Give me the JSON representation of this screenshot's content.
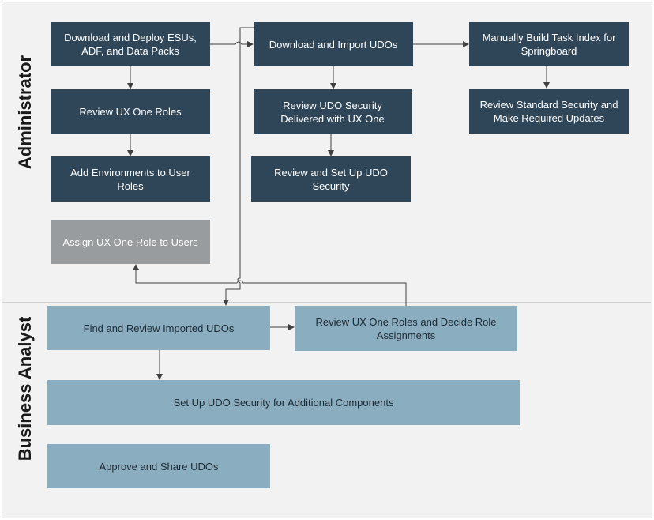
{
  "lanes": {
    "admin": "Administrator",
    "analyst": "Business Analyst"
  },
  "boxes": {
    "download_deploy": "Download and Deploy ESUs, ADF, and Data Packs",
    "review_roles": "Review UX One Roles",
    "add_env": "Add Environments to User Roles",
    "assign_role": "Assign UX One Role to Users",
    "download_import": "Download and Import UDOs",
    "review_udo_security": "Review UDO Security Delivered with UX One",
    "setup_udo_security": "Review and Set Up UDO Security",
    "build_index": "Manually Build Task Index for Springboard",
    "review_standard": "Review Standard Security and Make Required Updates",
    "find_review": "Find and Review Imported UDOs",
    "review_decide": "Review UX One Roles and Decide Role Assignments",
    "setup_additional": "Set Up UDO Security for Additional Components",
    "approve_share": "Approve and Share UDOs"
  },
  "colors": {
    "admin_box": "#2f4659",
    "assign_box": "#999c9e",
    "analyst_box": "#8aaec0",
    "connector": "#404040"
  }
}
